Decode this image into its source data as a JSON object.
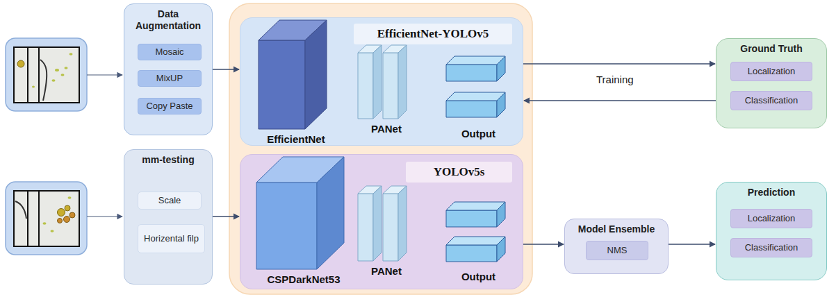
{
  "diagram": {
    "nodes": [
      {
        "text": [
          "Data Augmentation"
        ]
      },
      {
        "text": [
          "Mosaic"
        ],
        "in": 0
      },
      {
        "text": [
          "MixUP"
        ],
        "in": 0
      },
      {
        "text": [
          "Copy Paste"
        ],
        "in": 0
      },
      {
        "text": [
          "EfficientNet-YOLOv5"
        ]
      },
      {
        "text": [
          "EfficientNet"
        ],
        "in": 4
      },
      {
        "text": [
          "PANet"
        ],
        "in": 4
      },
      {
        "text": [
          "Output"
        ],
        "in": 4
      },
      {
        "text": [
          "Ground Truth"
        ]
      },
      {
        "text": [
          "Localization"
        ],
        "in": 8
      },
      {
        "text": [
          "Classification"
        ],
        "in": 8
      },
      {
        "text": [
          "mm-testing"
        ]
      },
      {
        "text": [
          "Scale"
        ],
        "in": 11
      },
      {
        "text": [
          "Horizental filp"
        ],
        "in": 11
      },
      {
        "text": [
          "YOLOv5s"
        ]
      },
      {
        "text": [
          "CSPDarkNet53"
        ],
        "in": 14
      },
      {
        "text": [
          "PANet"
        ],
        "in": 14
      },
      {
        "text": [
          "Output"
        ],
        "in": 14
      },
      {
        "text": [
          "Model Ensemble"
        ]
      },
      {
        "text": [
          "NMS"
        ],
        "in": 18
      },
      {
        "text": [
          "Prediction"
        ]
      },
      {
        "text": [
          "Localization"
        ],
        "in": 20
      },
      {
        "text": [
          "Classification"
        ],
        "in": 20
      }
    ],
    "edges": [
      {
        "from": 0,
        "to": 4,
        "arrow": "to"
      },
      {
        "from": 4,
        "to": 8,
        "arrow": "to"
      },
      {
        "from": 8,
        "to": 4,
        "arrow": "to"
      },
      {
        "from": 11,
        "to": 14,
        "arrow": "to"
      },
      {
        "from": 14,
        "to": 18,
        "arrow": "to"
      },
      {
        "from": 18,
        "to": 20,
        "arrow": "to"
      }
    ],
    "labels": [
      "Training"
    ]
  }
}
